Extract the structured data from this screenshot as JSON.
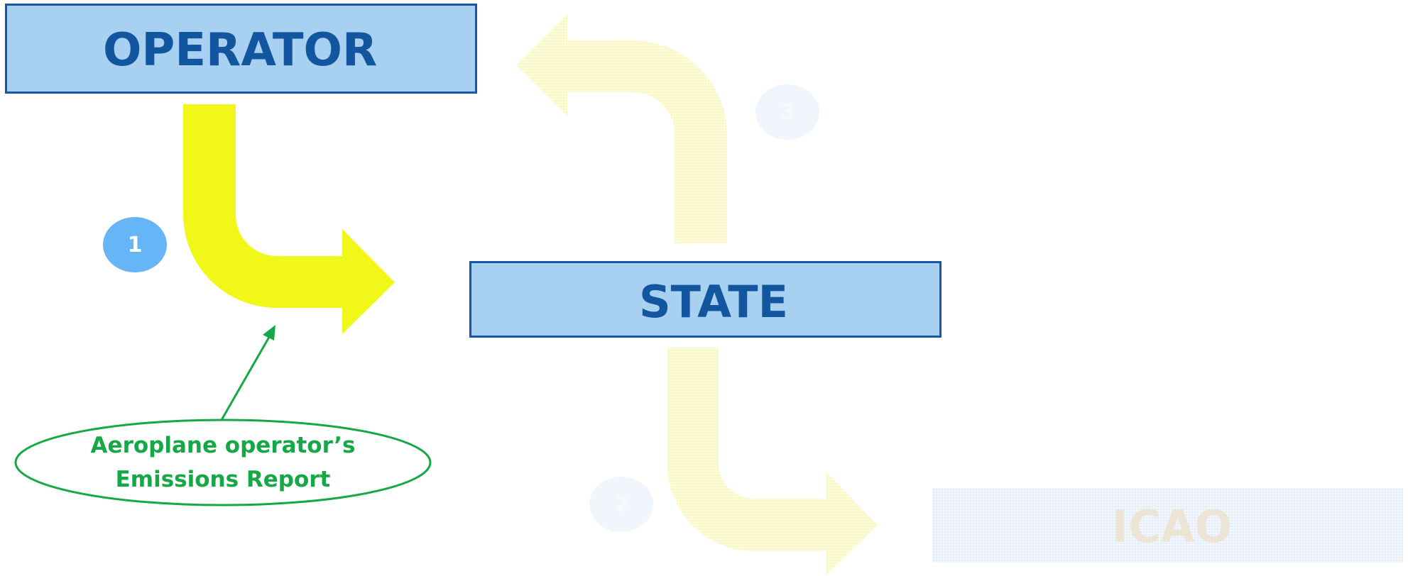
{
  "nodes": {
    "operator": {
      "label": "OPERATOR",
      "icon": "airplane-icon"
    },
    "state": {
      "label": "STATE",
      "icon": "officials-icon"
    },
    "icao": {
      "label": "ICAO",
      "icon": "icao-emblem-icon"
    }
  },
  "steps": [
    {
      "number": "1",
      "active": true
    },
    {
      "number": "2",
      "active": false
    },
    {
      "number": "3",
      "active": false
    }
  ],
  "callout": {
    "line1": "Aeroplane operator’s",
    "line2": "Emissions Report"
  },
  "colors": {
    "box_fill": "#a8d0f0",
    "box_border": "#1757a8",
    "label_text": "#1256a0",
    "active_arrow": "#f2f71a",
    "faded_arrow": "#fafad0",
    "callout_green": "#16a846",
    "badge_active": "#66b5f7"
  }
}
